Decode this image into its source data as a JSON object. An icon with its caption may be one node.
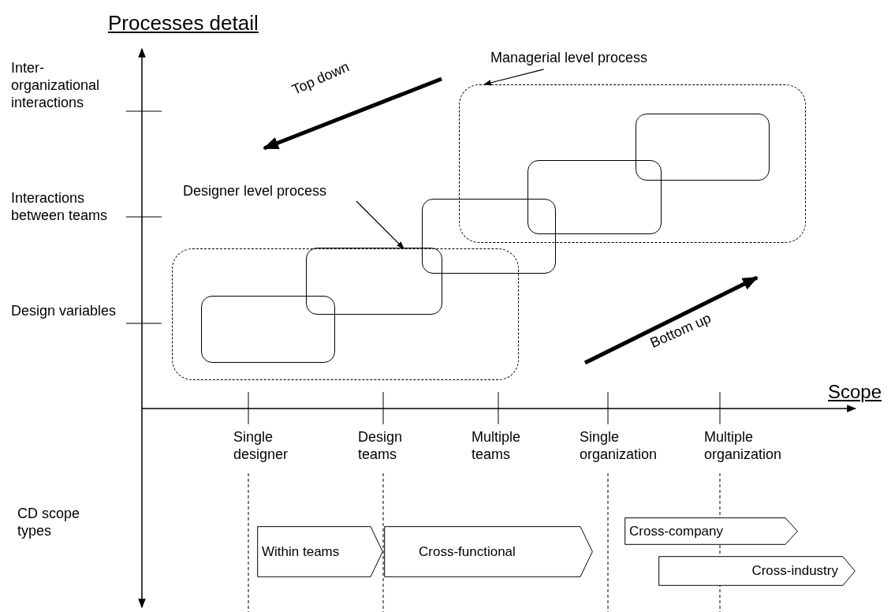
{
  "diagram": {
    "nodes": [
      {
        "text": [
          "Managerial  level process"
        ]
      },
      {
        "text": [],
        "shape": "box"
      },
      {
        "text": [],
        "shape": "box",
        "in": 1
      },
      {
        "text": [],
        "shape": "box",
        "in": 1
      },
      {
        "text": [
          "Designer level process"
        ]
      },
      {
        "text": [],
        "shape": "box"
      },
      {
        "text": [],
        "shape": "box"
      },
      {
        "text": [],
        "shape": "box",
        "in": 6
      },
      {
        "text": [],
        "shape": "box",
        "in": 6
      },
      {
        "text": [
          "Within teams"
        ]
      },
      {
        "text": [
          "Cross-functional"
        ]
      },
      {
        "text": [
          "Cross-company"
        ]
      },
      {
        "text": [
          "Cross-industry"
        ]
      }
    ],
    "edges": [
      {
        "from": 0,
        "to": 1,
        "arrow": "to"
      },
      {
        "from": 4,
        "to": 6,
        "arrow": "to"
      }
    ],
    "labels": [
      "Processes detail",
      "Inter-organizational interactions",
      "Top down",
      "Interactions between teams",
      "Design variables",
      "Bottom up",
      "Scope",
      "Single designer",
      "Design teams",
      "Multiple teams",
      "Single organization",
      "Multiple organization",
      "CD scope types"
    ]
  }
}
